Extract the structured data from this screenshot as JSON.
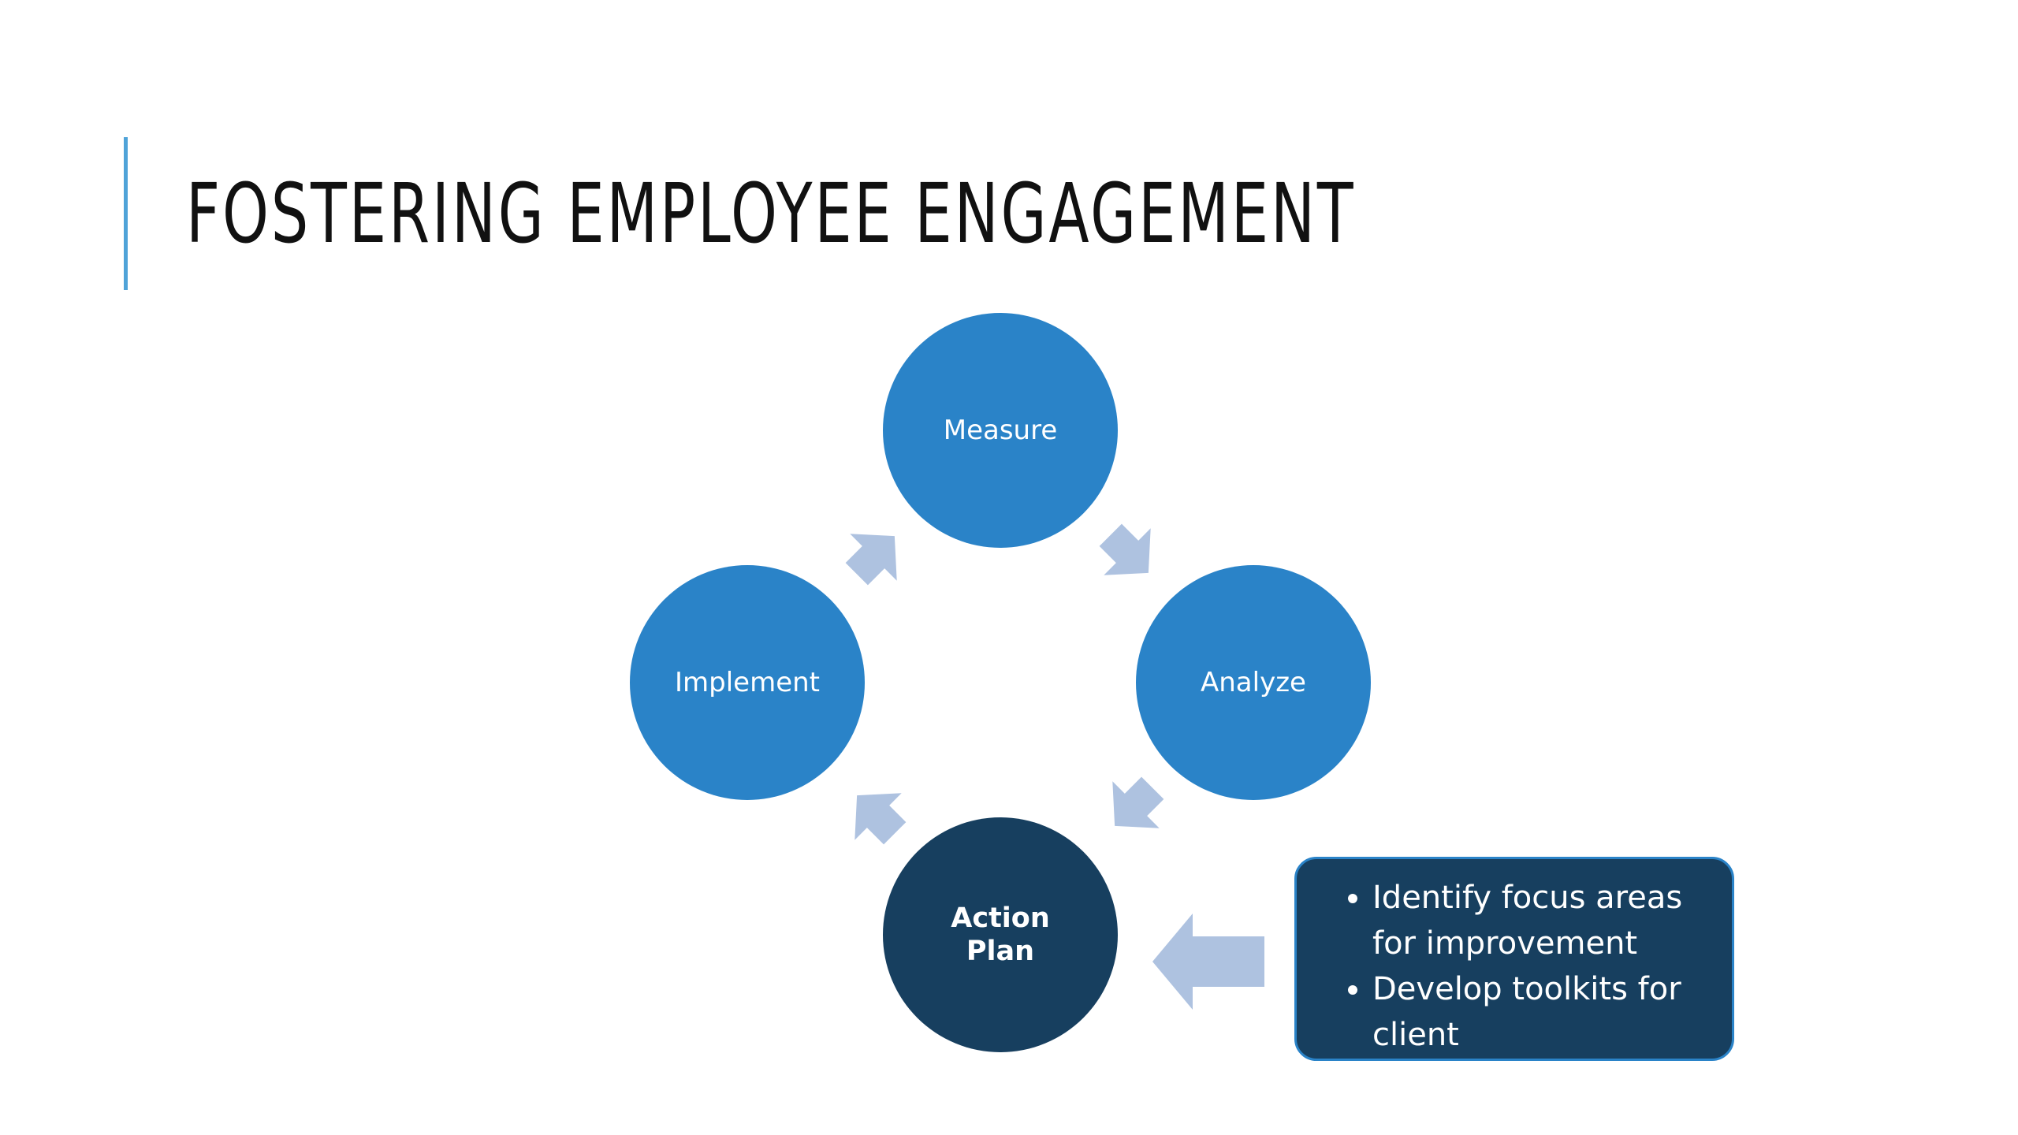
{
  "slide": {
    "title": "FOSTERING EMPLOYEE ENGAGEMENT"
  },
  "cycle": {
    "nodes": [
      {
        "id": "measure",
        "label": "Measure"
      },
      {
        "id": "analyze",
        "label": "Analyze"
      },
      {
        "id": "action_plan",
        "label": "Action\nPlan"
      },
      {
        "id": "implement",
        "label": "Implement"
      }
    ],
    "callout": {
      "items": [
        "Identify focus areas for improvement",
        "Develop toolkits for client"
      ]
    }
  },
  "colors": {
    "accent_bar": "#4fa3d8",
    "node_light": "#2a83c8",
    "node_dark": "#173f5f",
    "arrow": "#aec2e0"
  }
}
